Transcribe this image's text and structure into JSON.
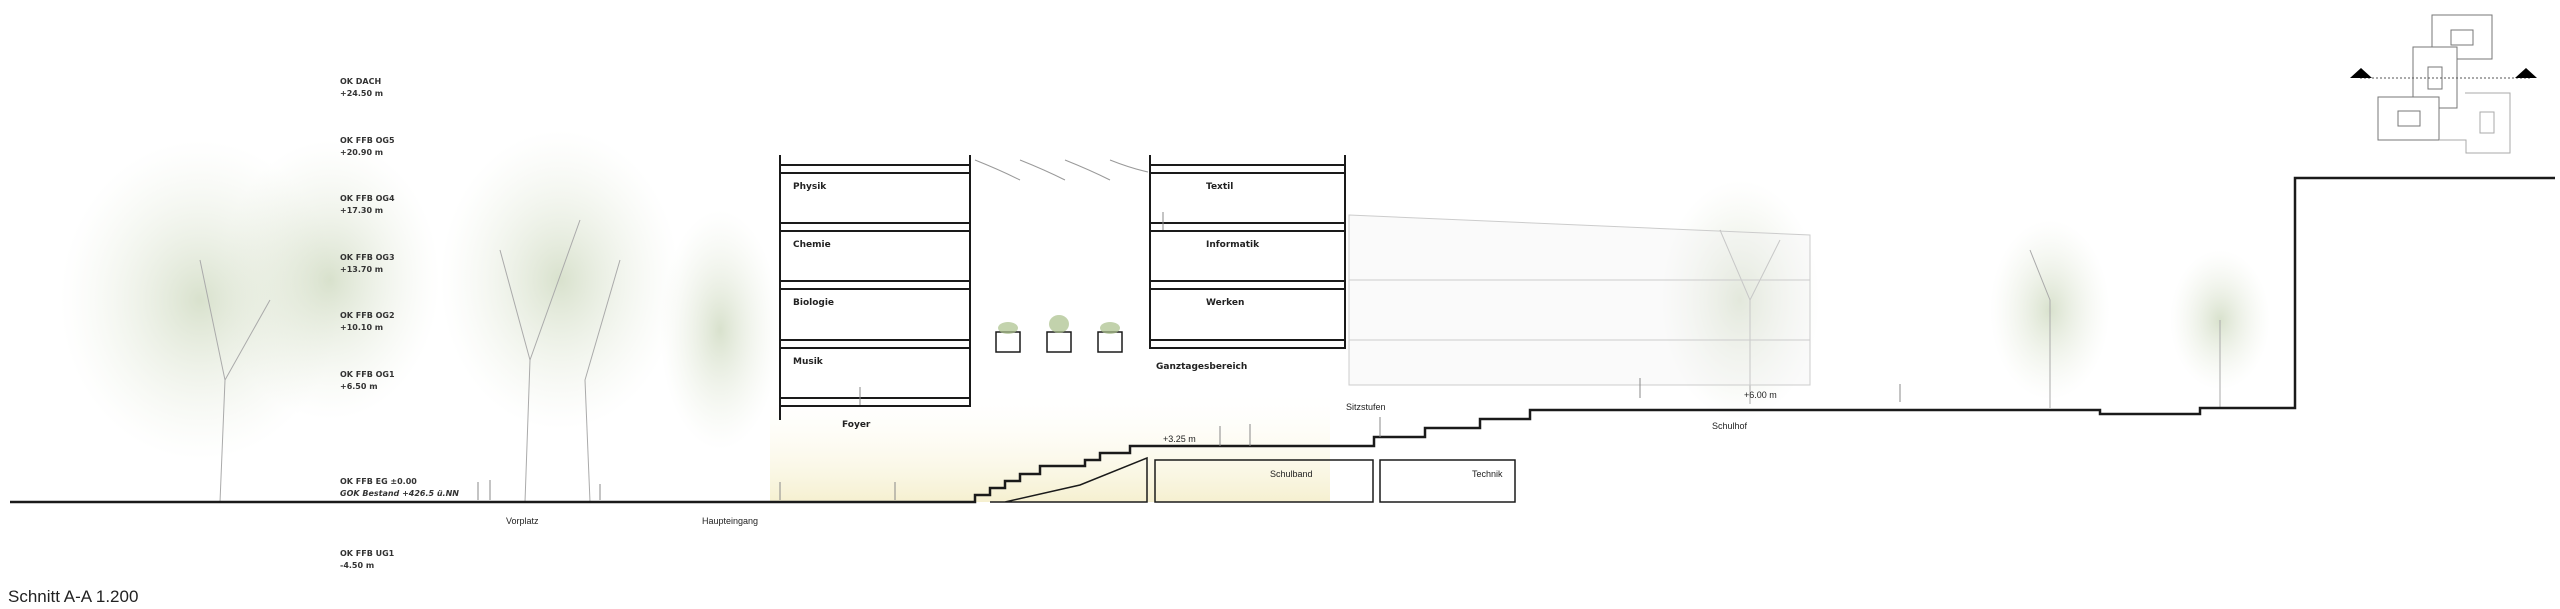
{
  "title": "Schnitt A-A 1.200",
  "levels": [
    {
      "name": "OK DACH",
      "height": "+24.50 m"
    },
    {
      "name": "OK FFB OG5",
      "height": "+20.90 m"
    },
    {
      "name": "OK FFB OG4",
      "height": "+17.30 m"
    },
    {
      "name": "OK FFB OG3",
      "height": "+13.70 m"
    },
    {
      "name": "OK FFB OG2",
      "height": "+10.10 m"
    },
    {
      "name": "OK FFB OG1",
      "height": "+6.50 m"
    },
    {
      "name": "OK FFB EG ±0.00",
      "height": "GOK Bestand +426.5 ü.NN"
    },
    {
      "name": "OK FFB UG1",
      "height": "-4.50 m"
    }
  ],
  "rooms_left": [
    "Physik",
    "Chemie",
    "Biologie",
    "Musik",
    "Foyer"
  ],
  "rooms_right": [
    "Textil",
    "Informatik",
    "Werken",
    "Ganztagesbereich"
  ],
  "outdoor": {
    "vorplatz": "Vorplatz",
    "haupteingang": "Haupteingang",
    "sitzstufen": "Sitzstufen",
    "schulhof": "Schulhof",
    "level_325": "+3.25 m",
    "level_600": "+6.00 m"
  },
  "basement": {
    "schulband": "Schulband",
    "technik": "Technik"
  },
  "colors": {
    "ink": "#1a1a1a",
    "tree": "#9fb58a",
    "glow": "#f6f1cf"
  }
}
